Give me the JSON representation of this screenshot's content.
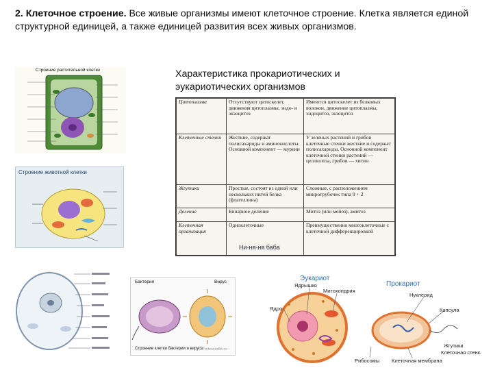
{
  "intro": {
    "lead_bold": "2. Клеточное строение.",
    "lead_rest": " Все живые организмы имеют клеточное строение. Клетка является единой структурной единицей, а также единицей развития всех живых организмов."
  },
  "subtitle": "Характеристика прокариотических и эукариотических организмов",
  "plant_image": {
    "caption": "Строение растительной клетки"
  },
  "animal_image": {
    "caption": "Строение животной клетки"
  },
  "bacteria_image": {
    "label_left": "Бактерия",
    "label_right": "Вирус",
    "caption": "Строение клетки бактерии и вируса",
    "watermark": "ProfessorBit.ru"
  },
  "table": {
    "rows": [
      {
        "head": "Цитоплазма",
        "pro": "Отсутствуют цитоскелет, движения цитоплазмы, эндо- и экзоцитоз",
        "eu": "Имеются цитоскелет из белковых волокон, движение цитоплазмы, эндоцитоз, экзоцитоз"
      },
      {
        "head": "Клеточные стенки",
        "pro": "Жесткие, содержат полисахариды и аминокислоты. Основной компонент — муреин",
        "eu": "У зеленых растений и грибов клеточные стенки жесткие и содержат полисахариды. Основной компонент клеточной стенки растений — целлюлоза, грибов — хитин"
      },
      {
        "head": "Жгутики",
        "pro": "Простые, состоят из одной или нескольких нитей белка (флагеллина)",
        "eu": "Сложные, с расположением микротрубочек типа 9 + 2"
      },
      {
        "head": "Деление",
        "pro": "Бинарное деление",
        "eu": "Митоз (или мейоз), амитоз"
      },
      {
        "head": "Клеточная организация",
        "pro": "Одноклеточные",
        "eu": "Преимущественно многоклеточные с клеточной дифференцировкой"
      }
    ],
    "overlay_text": "Ни-ня-ня баба"
  },
  "eu_pro_image": {
    "eukaryote": "Эукариот",
    "prokaryote": "Прокариот",
    "labels": {
      "nucleolus": "Ядрышко",
      "mito": "Митохондрия",
      "nucleus": "Ядро",
      "nucleoid": "Нуклеоид",
      "capsule": "Капсула",
      "flagella": "Жгутики",
      "cell_wall": "Клеточная стенка",
      "ribosomes": "Рибосомы",
      "membrane": "Клеточная мембрана"
    }
  },
  "colors": {
    "plant_bg": "#7fae6a",
    "animal_bg": "#d8e8f0",
    "eu_title": "#2d6fb7",
    "pro_title": "#2d6fb7"
  }
}
